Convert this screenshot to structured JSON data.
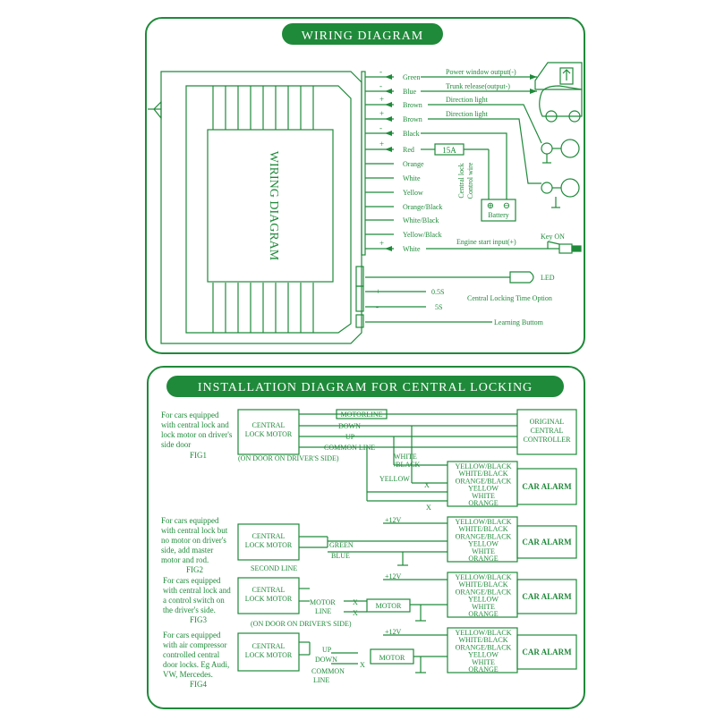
{
  "colors": {
    "line": "#1f8a3a",
    "title_bg": "#1f8a3a",
    "title_text": "#ffffff",
    "background": "#ffffff"
  },
  "wiring": {
    "title": "WIRING DIAGRAM",
    "box_label": "WIRING DIAGRAM",
    "wires": [
      {
        "sign": "-",
        "color": "Green",
        "dest": "Power window output(-)"
      },
      {
        "sign": "-",
        "color": "Blue",
        "dest": "Trunk release(output-)"
      },
      {
        "sign": "+",
        "color": "Brown",
        "dest": "Direction light"
      },
      {
        "sign": "+",
        "color": "Brown",
        "dest": "Direction light"
      },
      {
        "sign": "-",
        "color": "Black",
        "dest": ""
      },
      {
        "sign": "+",
        "color": "Red",
        "dest": ""
      },
      {
        "sign": "",
        "color": "Orange",
        "dest": ""
      },
      {
        "sign": "",
        "color": "White",
        "dest": ""
      },
      {
        "sign": "",
        "color": "Yellow",
        "dest": ""
      },
      {
        "sign": "",
        "color": "Orange/Black",
        "dest": ""
      },
      {
        "sign": "",
        "color": "White/Black",
        "dest": ""
      },
      {
        "sign": "",
        "color": "Yellow/Black",
        "dest": ""
      },
      {
        "sign": "+",
        "color": "White",
        "dest": "Engine start input(+)"
      }
    ],
    "fuse": "15A",
    "central_lock_control": [
      "Central lock",
      "Control wire"
    ],
    "battery": "Battery",
    "battery_signs": [
      "⊕",
      "⊖"
    ],
    "key_on": "Key ON",
    "led": "LED",
    "time_option": {
      "plus": "+",
      "minus": "-",
      "t1": "0.5S",
      "t2": "5S",
      "label": "Central Locking Time Option"
    },
    "learning_button": "Learning Buttom"
  },
  "install": {
    "title": "INSTALLATION DIAGRAM FOR CENTRAL LOCKING",
    "alarm_wires": [
      "YELLOW/BLACK",
      "WHITE/BLACK",
      "ORANGE/BLACK",
      "YELLOW",
      "WHITE",
      "ORANGE"
    ],
    "car_alarm": "CAR ALARM",
    "x_mark": "X",
    "fig1": {
      "desc": [
        "For cars equipped",
        "with central lock and",
        "lock motor on driver's",
        "side door"
      ],
      "name": "FIG1",
      "motor": [
        "CENTRAL",
        "LOCK MOTOR"
      ],
      "motorline": "MOTORLINE",
      "down": "DOWN",
      "up": "UP",
      "common": "COMMON LINE",
      "door_note": "(ON DOOR ON DRIVER'S SIDE)",
      "controller": [
        "ORIGINAL",
        "CENTRAL",
        "CONTROLLER"
      ],
      "white_black": [
        "WHITE",
        "/BLACK"
      ],
      "yellow": "YELLOW"
    },
    "fig2": {
      "desc": [
        "For cars equipped",
        "with central lock but",
        "no motor on driver's",
        "side, add master",
        "motor and rod."
      ],
      "name": "FIG2",
      "motor": [
        "CENTRAL",
        "LOCK MOTOR"
      ],
      "second_line": "SECOND LINE",
      "green": "GREEN",
      "blue": "BLUE",
      "v12": "+12V"
    },
    "fig3": {
      "desc": [
        "For cars equipped",
        "with central lock and",
        "a control switch on",
        "the driver's side."
      ],
      "name": "FIG3",
      "motor": [
        "CENTRAL",
        "LOCK MOTOR"
      ],
      "motor_line": [
        "MOTOR",
        "LINE"
      ],
      "motor_box": "MOTOR",
      "door_note": "(ON DOOR ON DRIVER'S SIDE)",
      "v12": "+12V"
    },
    "fig4": {
      "desc": [
        "For cars equipped",
        "with air compressor",
        "controlled central",
        "door locks. Eg Audi,",
        "VW, Mercedes."
      ],
      "name": "FIG4",
      "motor": [
        "CENTRAL",
        "LOCK MOTOR"
      ],
      "up": "UP",
      "down": "DOWN",
      "common": [
        "COMMON",
        "LINE"
      ],
      "motor_box": "MOTOR",
      "v12": "+12V"
    }
  }
}
